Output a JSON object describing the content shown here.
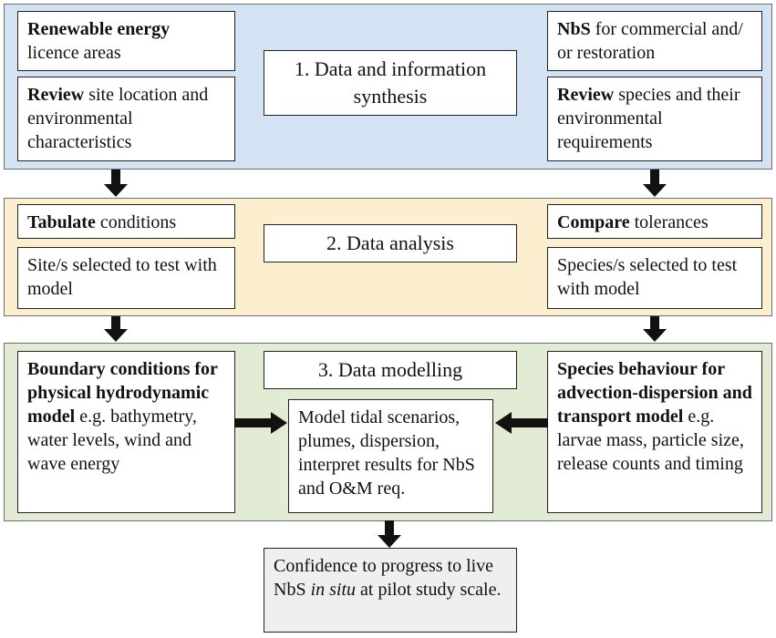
{
  "colors": {
    "stage1_bg": "#d3e3f4",
    "stage2_bg": "#fcefcf",
    "stage3_bg": "#e2ecd5",
    "outcome_bg": "#efefef",
    "arrow": "#111111"
  },
  "stage1": {
    "title": "1. Data and information synthesis",
    "left_top": {
      "bold": "Renewable energy",
      "rest": "licence areas"
    },
    "left_bottom": {
      "bold": "Review",
      "rest": " site location and environmental characteristics"
    },
    "right_top": {
      "bold": "NbS",
      "rest": " for commercial and/ or restoration"
    },
    "right_bottom": {
      "bold": "Review",
      "rest": " species and their environmental requirements"
    }
  },
  "stage2": {
    "title": "2. Data analysis",
    "left_top": {
      "bold": "Tabulate",
      "rest": " conditions"
    },
    "left_bottom": "Site/s selected to test with model",
    "right_top": {
      "bold": "Compare",
      "rest": " tolerances"
    },
    "right_bottom": "Species/s selected to test with model"
  },
  "stage3": {
    "title": "3. Data modelling",
    "left": {
      "bold": "Boundary conditions for physical hydrodynamic model",
      "rest": " e.g. bathymetry, water levels, wind and  wave energy"
    },
    "center": "Model tidal scenarios, plumes, dispersion, interpret results for NbS and O&M req.",
    "right": {
      "bold": "Species behaviour for advection-dispersion and transport model",
      "rest": " e.g. larvae mass, particle size, release counts and timing"
    }
  },
  "outcome": {
    "pre": "Confidence to progress to live NbS ",
    "italic": "in situ",
    "post": " at pilot study scale."
  }
}
